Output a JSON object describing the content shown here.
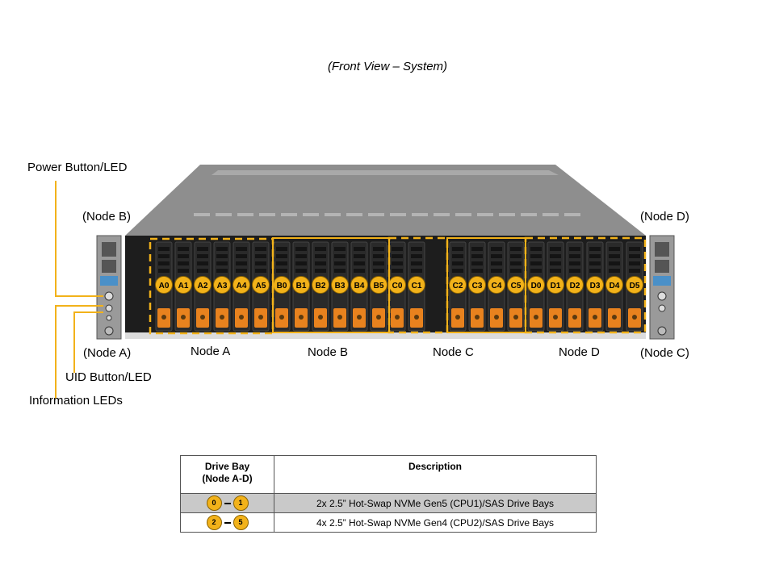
{
  "caption": "(Front View – System)",
  "labels": {
    "power_button": "Power Button/LED",
    "node_b_side": "(Node B)",
    "node_d_side": "(Node D)",
    "node_a_side": "(Node A)",
    "node_c_side": "(Node C)",
    "uid_button": "UID Button/LED",
    "info_leds": "Information  LEDs"
  },
  "node_captions": [
    "Node A",
    "Node B",
    "Node C",
    "Node D"
  ],
  "bays": [
    "A0",
    "A1",
    "A2",
    "A3",
    "A4",
    "A5",
    "B0",
    "B1",
    "B2",
    "B3",
    "B4",
    "B5",
    "C0",
    "C1",
    "C2",
    "C3",
    "C4",
    "C5",
    "D0",
    "D1",
    "D2",
    "D3",
    "D4",
    "D5"
  ],
  "table": {
    "col1_line1": "Drive Bay",
    "col1_line2": "(Node A-D)",
    "col2": "Description",
    "rows": [
      {
        "from": "0",
        "to": "1",
        "description": "2x 2.5” Hot-Swap NVMe Gen5 (CPU1)/SAS Drive Bays"
      },
      {
        "from": "2",
        "to": "5",
        "description": "4x 2.5” Hot-Swap NVMe Gen4 (CPU2)/SAS Drive Bays"
      }
    ]
  },
  "colors": {
    "highlight": "#f2b21a",
    "chassis_dark": "#1d1d1d",
    "chassis_top": "#8c8c8c",
    "tray_orange": "#e8821e"
  }
}
